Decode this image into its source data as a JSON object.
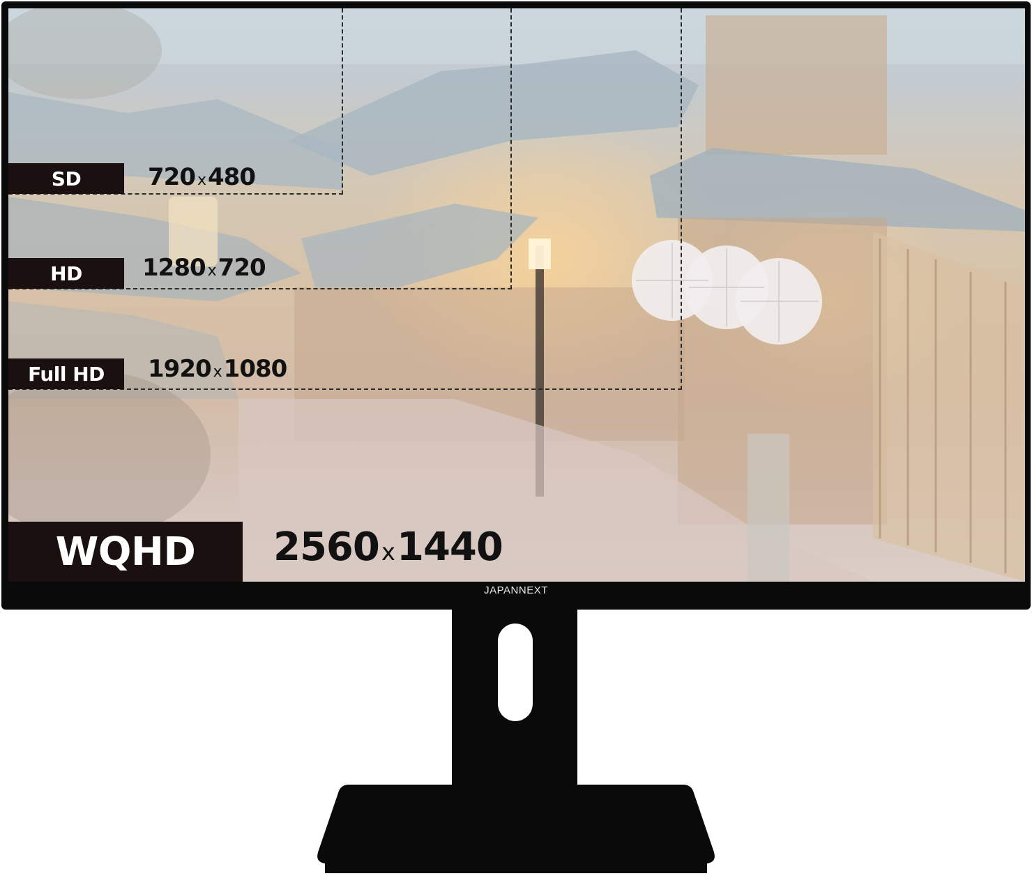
{
  "brand": "JAPANNEXT",
  "resolutions": [
    {
      "name": "SD",
      "width": "720",
      "height": "480"
    },
    {
      "name": "HD",
      "width": "1280",
      "height": "720"
    },
    {
      "name": "Full HD",
      "width": "1920",
      "height": "1080"
    },
    {
      "name": "WQHD",
      "width": "2560",
      "height": "1440"
    }
  ],
  "separator": "x",
  "colors": {
    "bezel": "#0a0a0a",
    "label_bg": "#1a1010",
    "label_text": "#ffffff",
    "dash_line": "#2a2a2a"
  }
}
